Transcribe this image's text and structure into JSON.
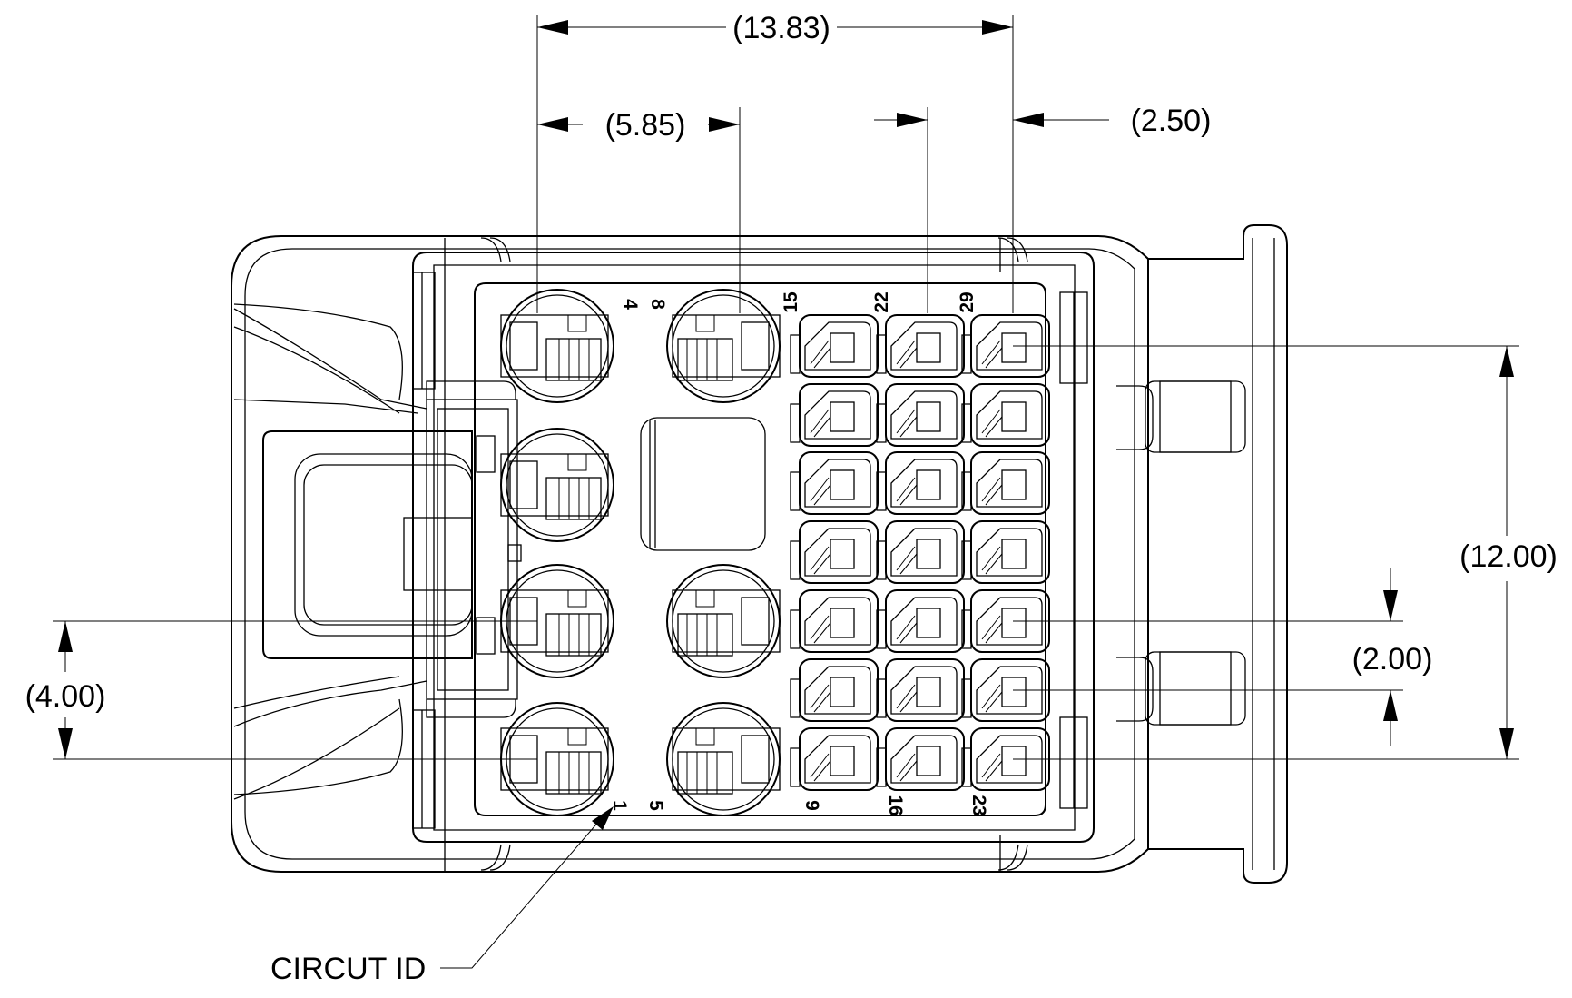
{
  "dimensions": {
    "top_overall": "(13.83)",
    "large_pitch": "(5.85)",
    "small_pitch_horizontal": "(2.50)",
    "overall_height": "(12.00)",
    "small_pitch_vertical": "(2.00)",
    "large_pitch_vertical": "(4.00)"
  },
  "callout": {
    "label": "CIRCUT ID"
  },
  "pins": {
    "p4": "4",
    "p8": "8",
    "p15": "15",
    "p22": "22",
    "p29": "29",
    "p1": "1",
    "p5": "5",
    "p9": "9",
    "p16": "16",
    "p23": "23"
  }
}
